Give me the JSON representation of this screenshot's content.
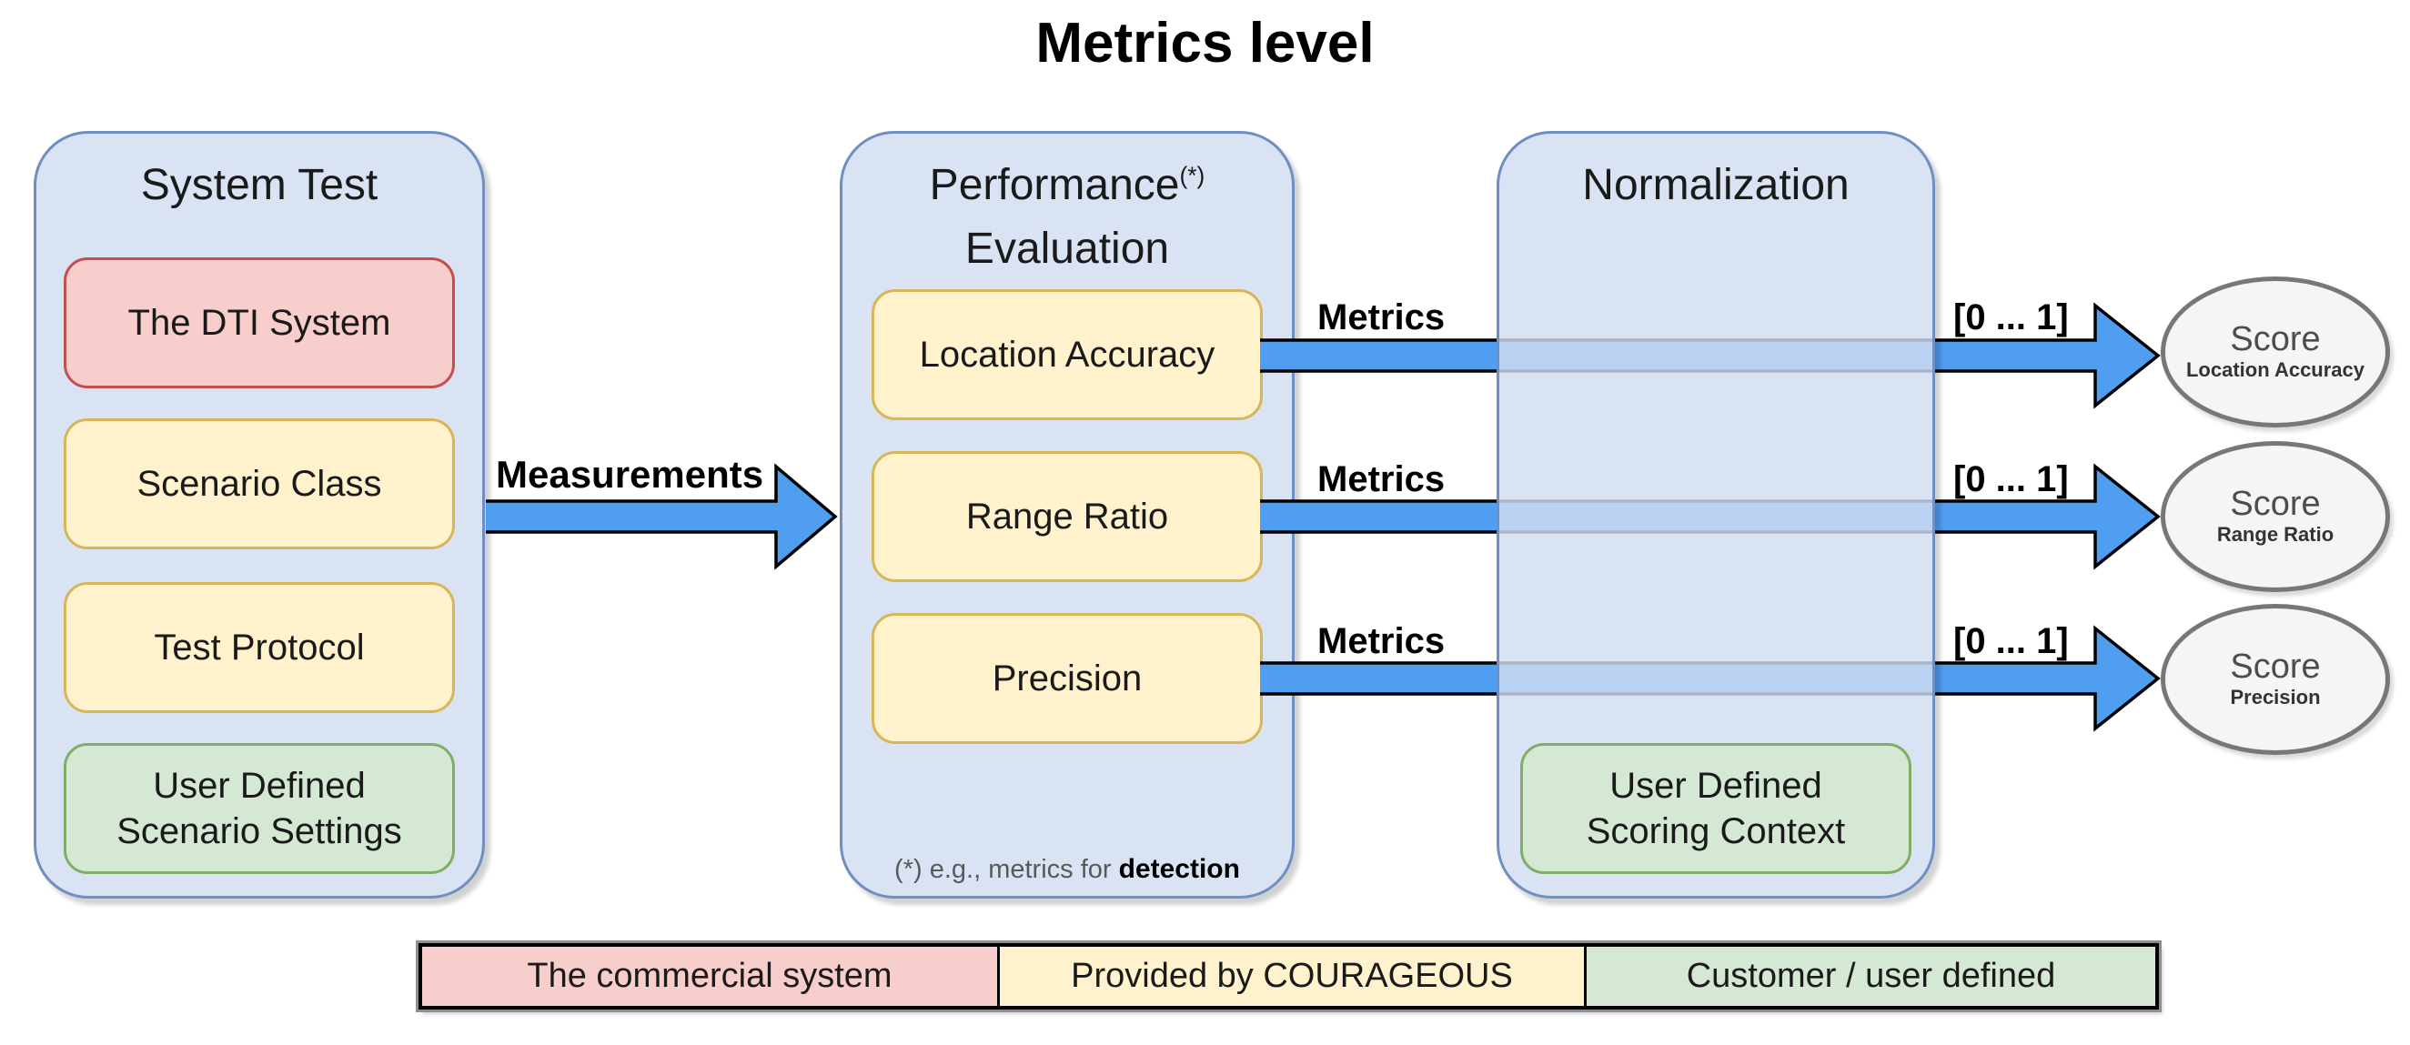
{
  "title": "Metrics level",
  "system_test": {
    "title": "System Test",
    "boxes": {
      "dti": "The DTI System",
      "scenario": "Scenario Class",
      "protocol": "Test Protocol",
      "settings": "User Defined Scenario Settings"
    }
  },
  "performance": {
    "title_main": "Performance",
    "title_sup": "(*)",
    "title_line2": "Evaluation",
    "boxes": {
      "location": "Location Accuracy",
      "range": "Range Ratio",
      "precision": "Precision"
    },
    "footnote_prefix": "(*) e.g., metrics for ",
    "footnote_bold": "detection"
  },
  "normalization": {
    "title": "Normalization",
    "box": "User Defined Scoring Context"
  },
  "flow_labels": {
    "measurements": "Measurements",
    "metrics": "Metrics",
    "range_interval": "[0 ... 1]"
  },
  "scores": [
    {
      "line1": "Score",
      "line2": "Location Accuracy"
    },
    {
      "line1": "Score",
      "line2": "Range Ratio"
    },
    {
      "line1": "Score",
      "line2": "Precision"
    }
  ],
  "legend": [
    {
      "label": "The commercial system",
      "type": "red"
    },
    {
      "label": "Provided by COURAGEOUS",
      "type": "yellow"
    },
    {
      "label": "Customer / user defined",
      "type": "green"
    }
  ],
  "colors": {
    "container_fill": "#dae3f3",
    "container_border": "#6f8fc2",
    "red_fill": "#f8cecc",
    "red_border": "#c0504d",
    "yellow_fill": "#fff2cc",
    "yellow_border": "#d6b656",
    "green_fill": "#d5e8d4",
    "green_border": "#7fae67",
    "arrow_fill": "#4f9ef0",
    "arrow_outline": "#000000",
    "ellipse_fill": "#f5f5f5",
    "ellipse_border": "#777777"
  }
}
